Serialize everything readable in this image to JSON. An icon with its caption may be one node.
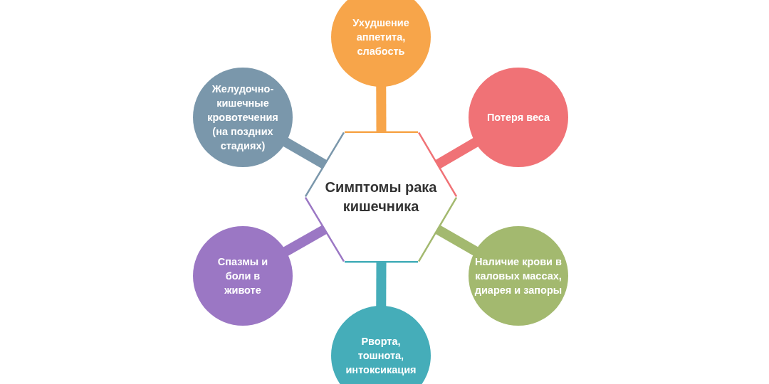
{
  "diagram": {
    "nodes": [
      {
        "text": [
          "Симптомы рака кишечника"
        ]
      },
      {
        "text": [
          "Ухудшение аппетита, слабость"
        ]
      },
      {
        "text": [
          "Потеря веса"
        ]
      },
      {
        "text": [
          "Наличие крови в каловых массах, диарея и запоры"
        ]
      },
      {
        "text": [
          "Рворта, тошнота, интоксикация"
        ]
      },
      {
        "text": [
          "Спазмы и боли в животе"
        ]
      },
      {
        "text": [
          "Желудочно-кишечные кровотечения (на поздних стадиях)"
        ]
      }
    ],
    "edges": [
      {
        "from": 0,
        "to": 1,
        "arrow": "none",
        "color": "#f7a54a"
      },
      {
        "from": 0,
        "to": 2,
        "arrow": "none",
        "color": "#f07276"
      },
      {
        "from": 0,
        "to": 3,
        "arrow": "none",
        "color": "#a3b96f"
      },
      {
        "from": 0,
        "to": 4,
        "arrow": "none",
        "color": "#45adb9"
      },
      {
        "from": 0,
        "to": 5,
        "arrow": "none",
        "color": "#9b77c4"
      },
      {
        "from": 0,
        "to": 6,
        "arrow": "none",
        "color": "#7a97ab"
      }
    ]
  }
}
